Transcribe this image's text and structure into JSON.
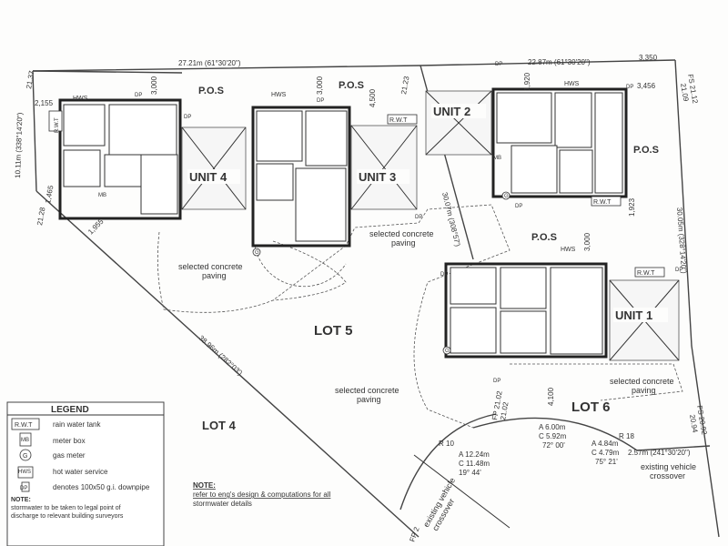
{
  "lots": {
    "lot4": "LOT 4",
    "lot5": "LOT 5",
    "lot6": "LOT 6"
  },
  "units": {
    "unit1": "UNIT 1",
    "unit2": "UNIT 2",
    "unit3": "UNIT 3",
    "unit4": "UNIT 4"
  },
  "pos_label": "P.O.S",
  "paving_line1": "selected concrete",
  "paving_line2": "paving",
  "crossover_line1": "existing vehicle",
  "crossover_line2": "crossover",
  "abbrev": {
    "rwt": "R.W.T",
    "hws": "HWS",
    "dp": "DP",
    "mb": "MB",
    "g": "G"
  },
  "dimensions": {
    "top_left_boundary": "27.21m (61°30'20\")",
    "top_right_boundary": "22.87m (61°30'20\")",
    "left_boundary": "10.11m (338°14'20\")",
    "diagonal_boundary": "38.96m (282°03')",
    "mid_boundary": "30.07m (308°57')",
    "right_boundary": "30.05m (328°14'20\")",
    "bottom_boundary": "2.57m (241°30'20\")",
    "d3350": "3,350",
    "d3456": "3,456",
    "d3000a": "3,000",
    "d3000b": "3,000",
    "d3000c": "3,000",
    "d4500": "4,500",
    "d1920": "1,920",
    "d1923": "1,923",
    "d2155": "2,155",
    "d1955": "1,955",
    "d1465": "1,465",
    "d4100": "4,100",
    "lvl2137": "21.37",
    "lvl2123": "21.23",
    "lvl2128": "21.28",
    "lvl2112": "FS 21.12",
    "lvl2109": "21.09",
    "lvl2102": "FP 21.02",
    "lvl2102b": "21.02",
    "lvl2092": "FS 20.92",
    "lvl2094": "20.94",
    "lvl2108": "FP 2"
  },
  "curves": {
    "r10": "R 10",
    "r18": "R 18",
    "a1": "A 12.24m",
    "c1": "C 11.48m",
    "ang1": "19° 44'",
    "a2": "A 6.00m",
    "c2": "C 5.92m",
    "ang2": "72° 00'",
    "a3": "A 4.84m",
    "c3": "C 4.79m",
    "ang3": "75° 21'"
  },
  "legend": {
    "title": "LEGEND",
    "items": [
      {
        "sym": "R.W.T",
        "text": "rain water tank"
      },
      {
        "sym": "MB",
        "text": "meter box"
      },
      {
        "sym": "G",
        "text": "gas meter"
      },
      {
        "sym": "HWS",
        "text": "hot water service"
      },
      {
        "sym": "DP",
        "text": "denotes 100x50 g.i. downpipe"
      }
    ],
    "note_title": "NOTE:",
    "note_line1": "stormwater to be taken to  legal point of",
    "note_line2": "discharge to relevant building surveyors"
  },
  "note": {
    "title": "NOTE:",
    "line1": "refer to eng's design & computations for all",
    "line2": "stormwater details"
  }
}
